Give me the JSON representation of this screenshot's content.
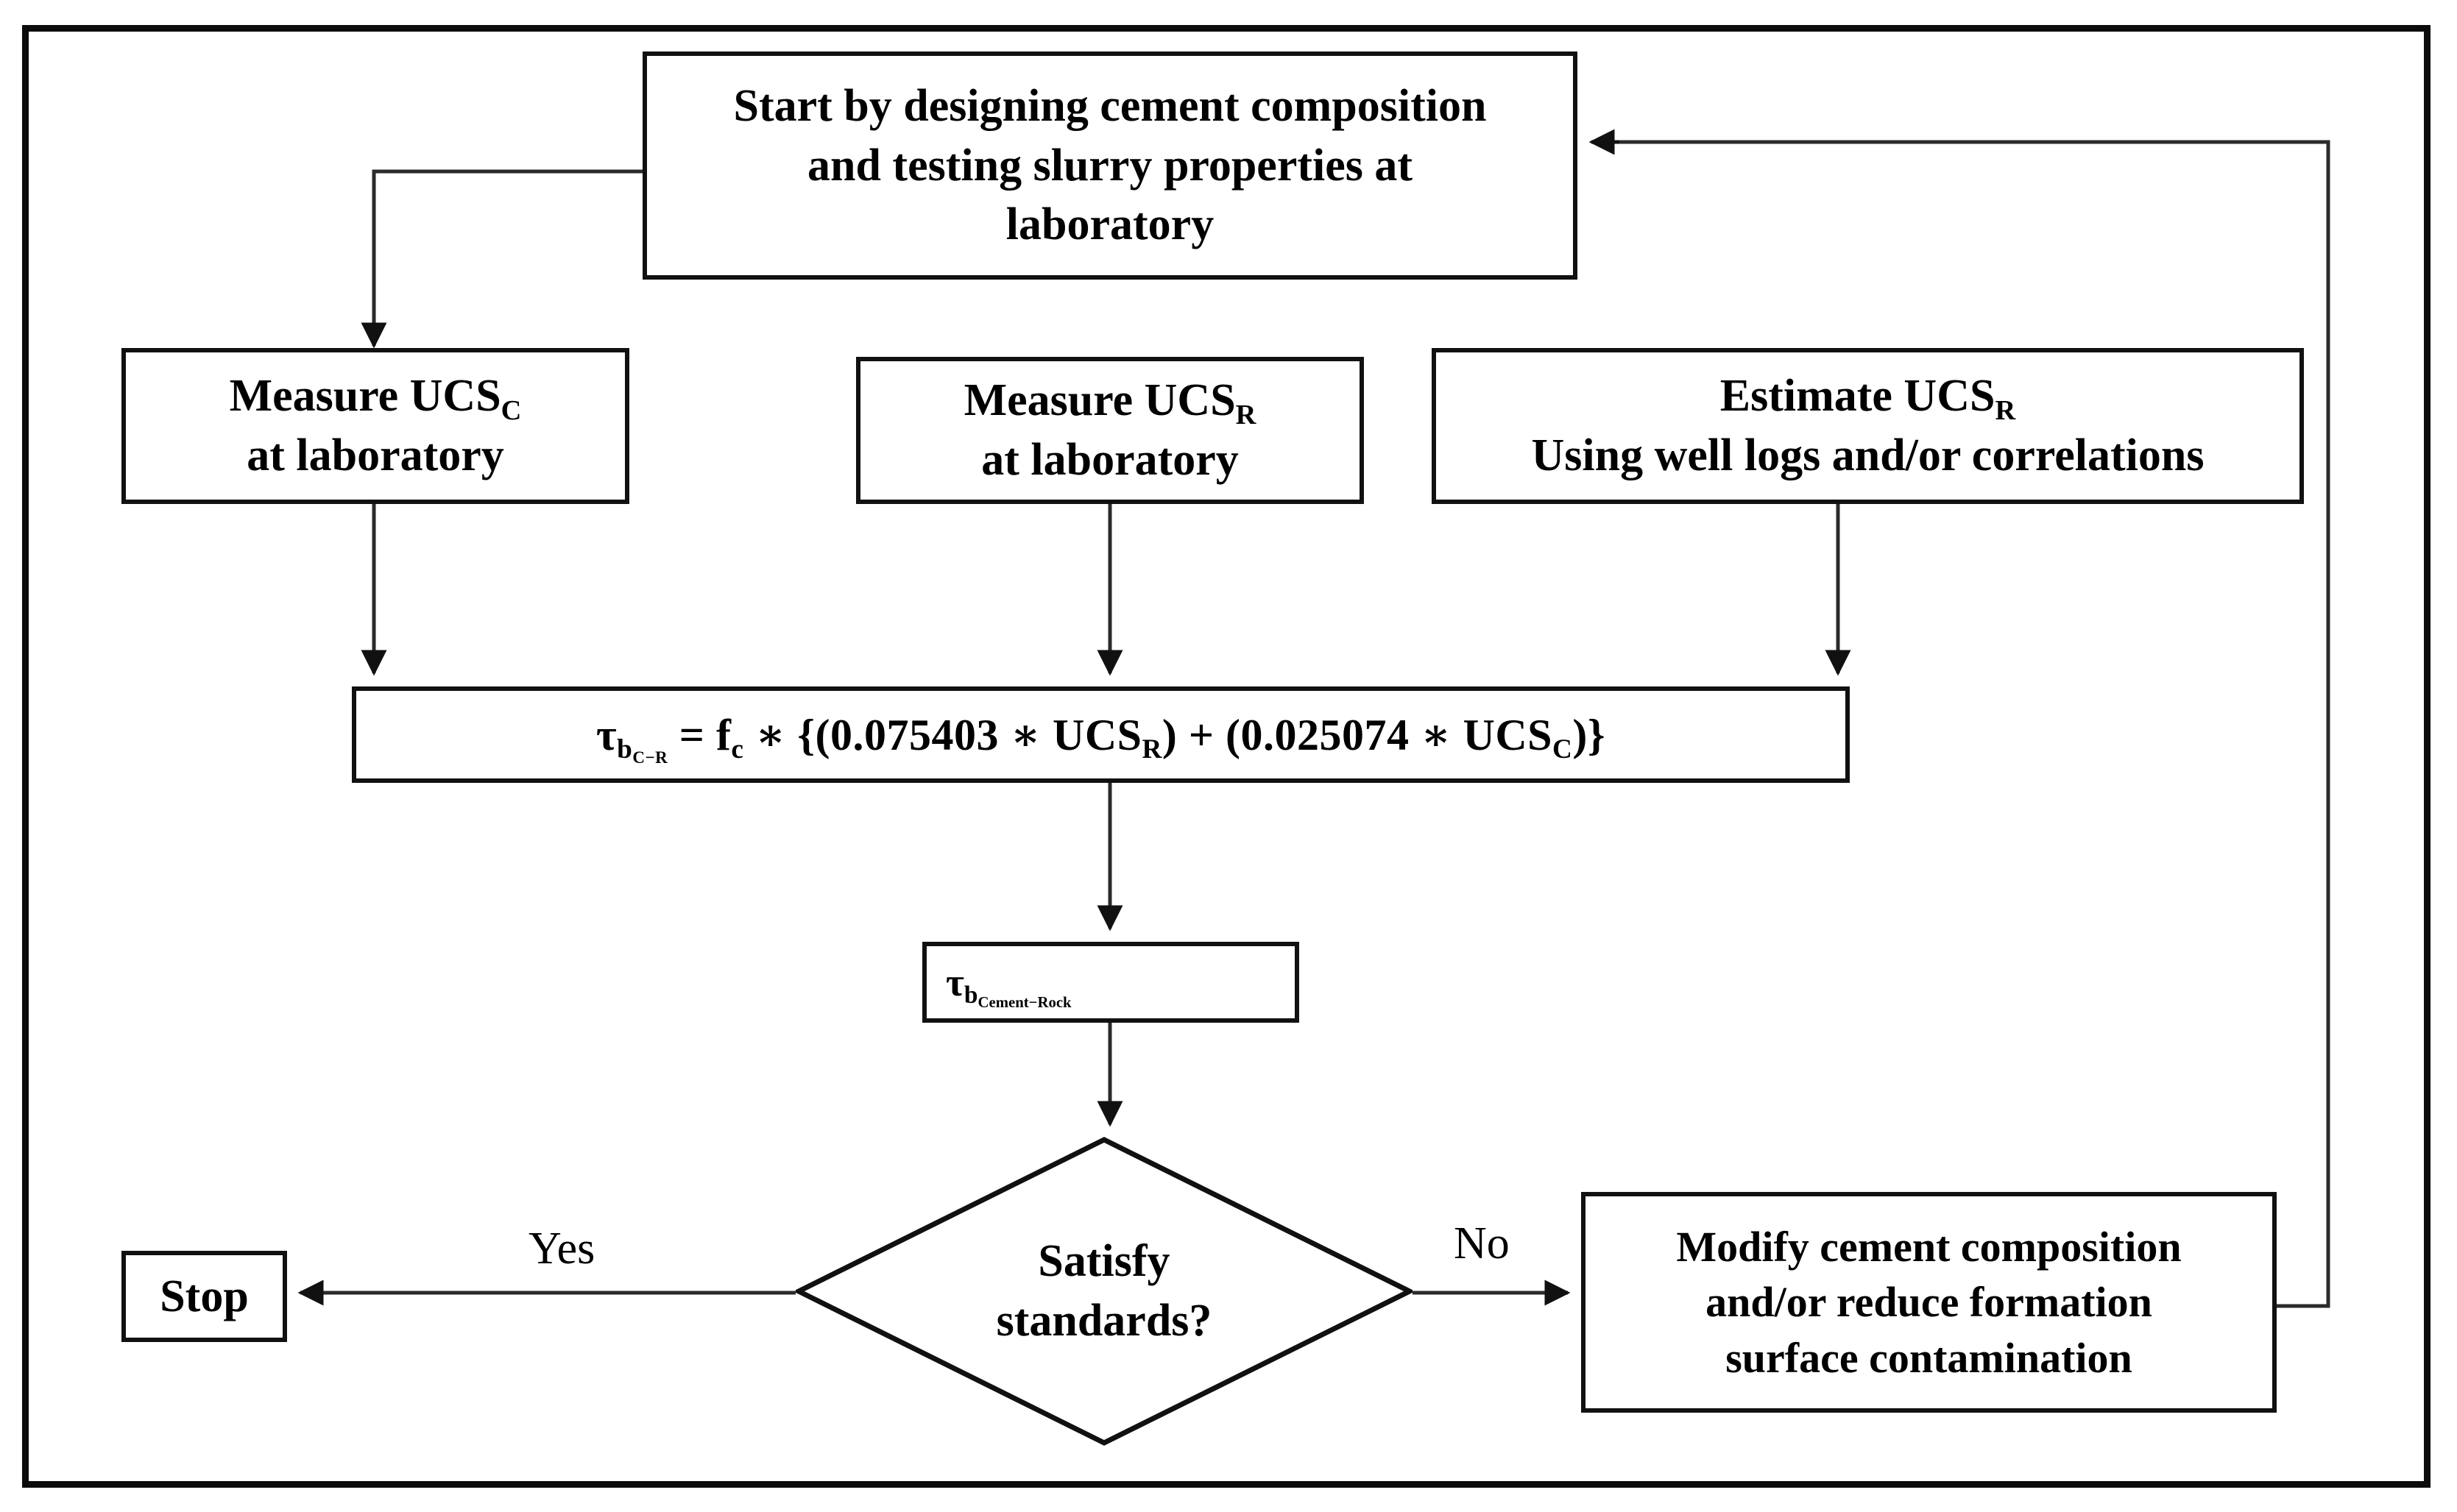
{
  "figure": {
    "title": "Cement-Rock bond shear strength determination workflow",
    "type": "flowchart",
    "border_color": "#0c0c0c",
    "node_border_color": "#111111",
    "background": "#ffffff"
  },
  "nodes": {
    "start": {
      "shape": "process",
      "lines": [
        "Start by designing cement composition",
        "and testing slurry properties at",
        "laboratory"
      ]
    },
    "measure_ucs_c": {
      "shape": "process",
      "line1_prefix": "Measure UCS",
      "line1_subscript": "C",
      "line2": "at laboratory"
    },
    "measure_ucs_r": {
      "shape": "process",
      "line1_prefix": "Measure UCS",
      "line1_subscript": "R",
      "line2": "at laboratory"
    },
    "estimate_ucs_r": {
      "shape": "process",
      "line1_prefix": "Estimate UCS",
      "line1_subscript": "R",
      "line2": "Using well logs and/or correlations"
    },
    "formula": {
      "shape": "process",
      "tau_symbol": "τ",
      "tau_sub_main": "b",
      "tau_sub_detail": "C−R",
      "equals": " = ",
      "fc_symbol": "f",
      "fc_subscript": "c",
      "body_open": " ∗ {(",
      "coefficient_rock": "0.075403",
      "mult_1": " ∗ ",
      "var_rock_prefix": "UCS",
      "var_rock_subscript": "R",
      "plus": ") + (",
      "coefficient_cement": "0.025074",
      "mult_2": " ∗ ",
      "var_cement_prefix": "UCS",
      "var_cement_subscript": "C",
      "body_close": ")}"
    },
    "tau_result": {
      "shape": "process",
      "tau_symbol": "τ",
      "sub_main": "b",
      "sub_detail": "Cement−Rock"
    },
    "decision": {
      "shape": "diamond",
      "line1": "Satisfy",
      "line2": "standards?"
    },
    "stop": {
      "shape": "terminator",
      "label": "Stop"
    },
    "modify": {
      "shape": "process",
      "lines": [
        "Modify cement composition",
        "and/or reduce formation",
        "surface contamination"
      ]
    }
  },
  "edge_labels": {
    "yes": "Yes",
    "no": "No"
  },
  "chart_data": {
    "type": "diagram",
    "title": "Cement-Rock bond shear strength determination workflow",
    "nodes": [
      {
        "id": "start",
        "shape": "process",
        "text": "Start by designing cement composition and testing slurry properties at laboratory"
      },
      {
        "id": "measure_ucs_c",
        "shape": "process",
        "text": "Measure UCS_C at laboratory"
      },
      {
        "id": "measure_ucs_r",
        "shape": "process",
        "text": "Measure UCS_R at laboratory"
      },
      {
        "id": "estimate_ucs_r",
        "shape": "process",
        "text": "Estimate UCS_R Using well logs and/or correlations"
      },
      {
        "id": "formula",
        "shape": "process",
        "text": "τ_b(C−R) = f_c * {(0.075403 * UCS_R) + (0.025074 * UCS_C)}"
      },
      {
        "id": "tau_result",
        "shape": "process",
        "text": "τ_b(Cement−Rock)"
      },
      {
        "id": "decision",
        "shape": "diamond",
        "text": "Satisfy standards?"
      },
      {
        "id": "stop",
        "shape": "terminator",
        "text": "Stop"
      },
      {
        "id": "modify",
        "shape": "process",
        "text": "Modify cement composition and/or reduce formation surface contamination"
      }
    ],
    "edges": [
      {
        "from": "start",
        "to": "measure_ucs_c",
        "label": ""
      },
      {
        "from": "measure_ucs_c",
        "to": "formula",
        "label": ""
      },
      {
        "from": "measure_ucs_r",
        "to": "formula",
        "label": ""
      },
      {
        "from": "estimate_ucs_r",
        "to": "formula",
        "label": ""
      },
      {
        "from": "formula",
        "to": "tau_result",
        "label": ""
      },
      {
        "from": "tau_result",
        "to": "decision",
        "label": ""
      },
      {
        "from": "decision",
        "to": "stop",
        "label": "Yes"
      },
      {
        "from": "decision",
        "to": "modify",
        "label": "No"
      },
      {
        "from": "modify",
        "to": "start",
        "label": ""
      }
    ]
  }
}
